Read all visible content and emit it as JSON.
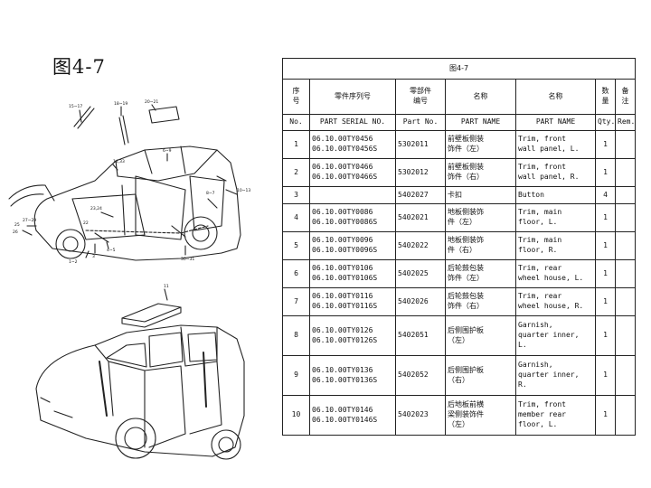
{
  "figure_title": "图4-7",
  "table": {
    "caption": "图4-7",
    "headers_cn": [
      "序\n号",
      "零件序列号",
      "零部件\n编号",
      "名称",
      "名称",
      "数\n量",
      "备\n注"
    ],
    "headers_en": [
      "No.",
      "PART SERIAL NO.",
      "Part No.",
      "PART NAME",
      "PART NAME",
      "Qty.",
      "Rem."
    ],
    "rows": [
      {
        "no": "1",
        "serial": "06.10.00TY0456\n06.10.00TY0456S",
        "part_no": "5302011",
        "name_cn": "前壁板侧装\n饰件（左）",
        "name_en": "Trim, front\nwall panel, L.",
        "qty": "1",
        "rem": ""
      },
      {
        "no": "2",
        "serial": "06.10.00TY0466\n06.10.00TY0466S",
        "part_no": "5302012",
        "name_cn": "前壁板侧装\n饰件（右）",
        "name_en": "Trim, front\nwall panel, R.",
        "qty": "1",
        "rem": ""
      },
      {
        "no": "3",
        "serial": "",
        "part_no": "5402027",
        "name_cn": "卡扣",
        "name_en": "Button",
        "qty": "4",
        "rem": ""
      },
      {
        "no": "4",
        "serial": "06.10.00TY0086\n06.10.00TY0086S",
        "part_no": "5402021",
        "name_cn": "地板侧装饰\n件（左）",
        "name_en": "Trim, main\nfloor, L.",
        "qty": "1",
        "rem": ""
      },
      {
        "no": "5",
        "serial": "06.10.00TY0096\n06.10.00TY0096S",
        "part_no": "5402022",
        "name_cn": "地板侧装饰\n件（右）",
        "name_en": "Trim, main\nfloor, R.",
        "qty": "1",
        "rem": ""
      },
      {
        "no": "6",
        "serial": "06.10.00TY0106\n06.10.00TY0106S",
        "part_no": "5402025",
        "name_cn": "后轮鼓包装\n饰件（左）",
        "name_en": "Trim, rear\nwheel house, L.",
        "qty": "1",
        "rem": ""
      },
      {
        "no": "7",
        "serial": "06.10.00TY0116\n06.10.00TY0116S",
        "part_no": "5402026",
        "name_cn": "后轮鼓包装\n饰件（右）",
        "name_en": "Trim, rear\nwheel house, R.",
        "qty": "1",
        "rem": ""
      },
      {
        "no": "8",
        "serial": "06.10.00TY0126\n06.10.00TY0126S",
        "part_no": "5402051",
        "name_cn": "后侧围护板\n（左）",
        "name_en": "Garnish,\nquarter inner,\nL.",
        "qty": "1",
        "rem": ""
      },
      {
        "no": "9",
        "serial": "06.10.00TY0136\n06.10.00TY0136S",
        "part_no": "5402052",
        "name_cn": "后侧围护板\n（右）",
        "name_en": "Garnish,\nquarter inner,\nR.",
        "qty": "1",
        "rem": ""
      },
      {
        "no": "10",
        "serial": "06.10.00TY0146\n06.10.00TY0146S",
        "part_no": "5402023",
        "name_cn": "后地板前横\n梁侧装饰件\n（左）",
        "name_en": "Trim, front\nmember rear\nfloor, L.",
        "qty": "1",
        "rem": ""
      }
    ]
  },
  "drawing_labels": [
    "15~17",
    "18~19",
    "20~21",
    "6~9",
    "14,33",
    "10~13",
    "23,24",
    "25",
    "27~29",
    "26",
    "1~2",
    "3",
    "4~5",
    "30~31",
    "8~7",
    "11",
    "22"
  ]
}
